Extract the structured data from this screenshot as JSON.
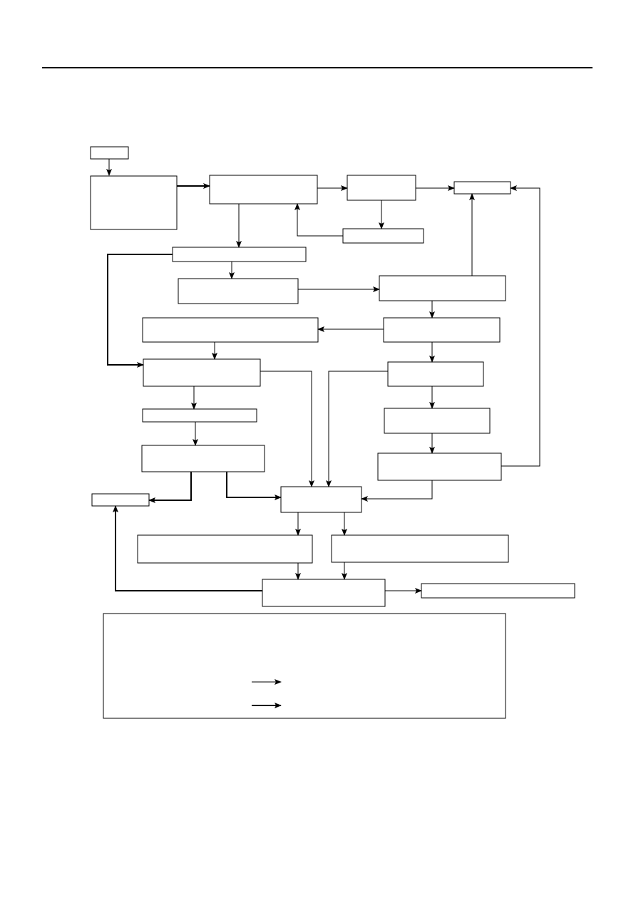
{
  "page": {
    "line_color": "#000000",
    "background": "#ffffff"
  },
  "diagram": {
    "boxes": [
      {
        "id": "start-box",
        "text": ""
      },
      {
        "id": "input-box",
        "text": ""
      },
      {
        "id": "process-a-box",
        "text": ""
      },
      {
        "id": "process-b-box",
        "text": ""
      },
      {
        "id": "output-top-right-box",
        "text": ""
      },
      {
        "id": "feedback-small-box",
        "text": ""
      },
      {
        "id": "wide-label-box",
        "text": ""
      },
      {
        "id": "step-2-box",
        "text": ""
      },
      {
        "id": "right-step-1-box",
        "text": ""
      },
      {
        "id": "left-wide-box",
        "text": ""
      },
      {
        "id": "right-step-2-box",
        "text": ""
      },
      {
        "id": "left-step-3-box",
        "text": ""
      },
      {
        "id": "right-step-3-box",
        "text": ""
      },
      {
        "id": "left-thin-box",
        "text": ""
      },
      {
        "id": "right-step-4-box",
        "text": ""
      },
      {
        "id": "left-step-4-box",
        "text": ""
      },
      {
        "id": "right-step-5-box",
        "text": ""
      },
      {
        "id": "left-output-box",
        "text": ""
      },
      {
        "id": "center-merge-box",
        "text": ""
      },
      {
        "id": "bottom-left-box",
        "text": ""
      },
      {
        "id": "bottom-right-box",
        "text": ""
      },
      {
        "id": "final-box",
        "text": ""
      },
      {
        "id": "final-output-box",
        "text": ""
      }
    ],
    "legend": {
      "title": "",
      "items": [
        {
          "label": ""
        },
        {
          "label": ""
        }
      ]
    }
  }
}
